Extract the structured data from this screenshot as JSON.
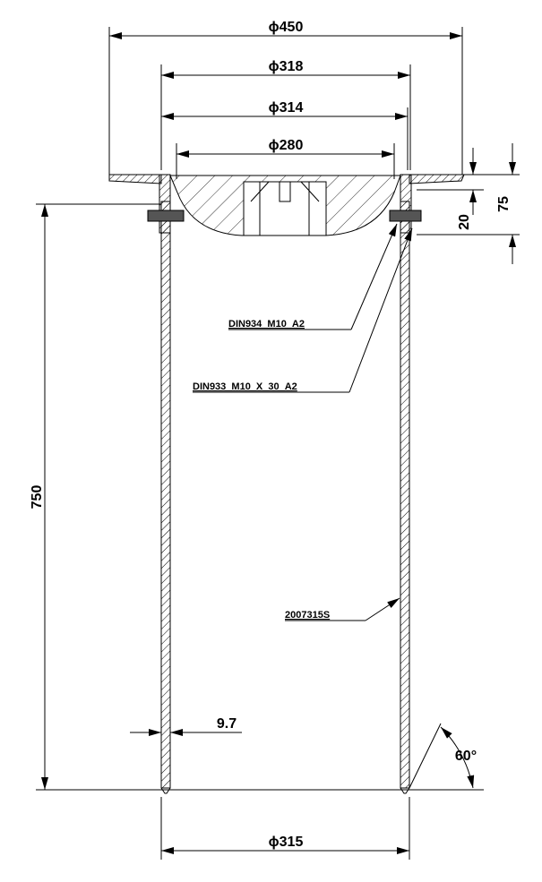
{
  "dimensions": {
    "d450": "ϕ450",
    "d318": "ϕ318",
    "d314": "ϕ314",
    "d280": "ϕ280",
    "h75": "75",
    "h20": "20",
    "h750": "750",
    "wall": "9.7",
    "angle": "60°",
    "d315": "ϕ315"
  },
  "labels": {
    "nut": "DIN934_M10_A2",
    "bolt": "DIN933_M10_X_30_A2",
    "pipe": "2007315S"
  }
}
